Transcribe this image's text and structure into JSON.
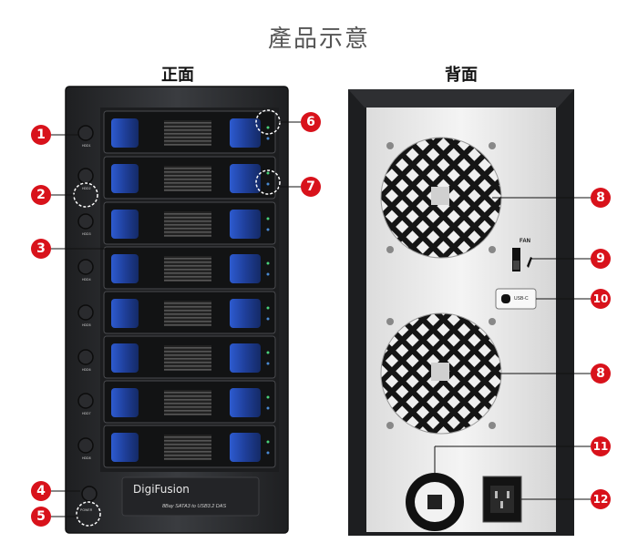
{
  "page_title": "產品示意",
  "front_label": "正面",
  "back_label": "背面",
  "brand_name": "DigiFusion",
  "model_text": "8Bay SATA3 to USB3.2 DAS",
  "bay_labels": [
    "HDD1",
    "HDD2",
    "HDD3",
    "HDD4",
    "HDD5",
    "HDD6",
    "HDD7",
    "HDD8"
  ],
  "power_label": "POWER",
  "fan_label": "FAN",
  "usb_label": "USB-C",
  "callouts_front": [
    "1",
    "2",
    "3",
    "4",
    "5",
    "6",
    "7"
  ],
  "callouts_back": [
    "8",
    "9",
    "10",
    "8",
    "11",
    "12"
  ],
  "colors": {
    "badge": "#d8121b",
    "tray_blue": "#1f3f9a",
    "body": "#2e3033"
  }
}
